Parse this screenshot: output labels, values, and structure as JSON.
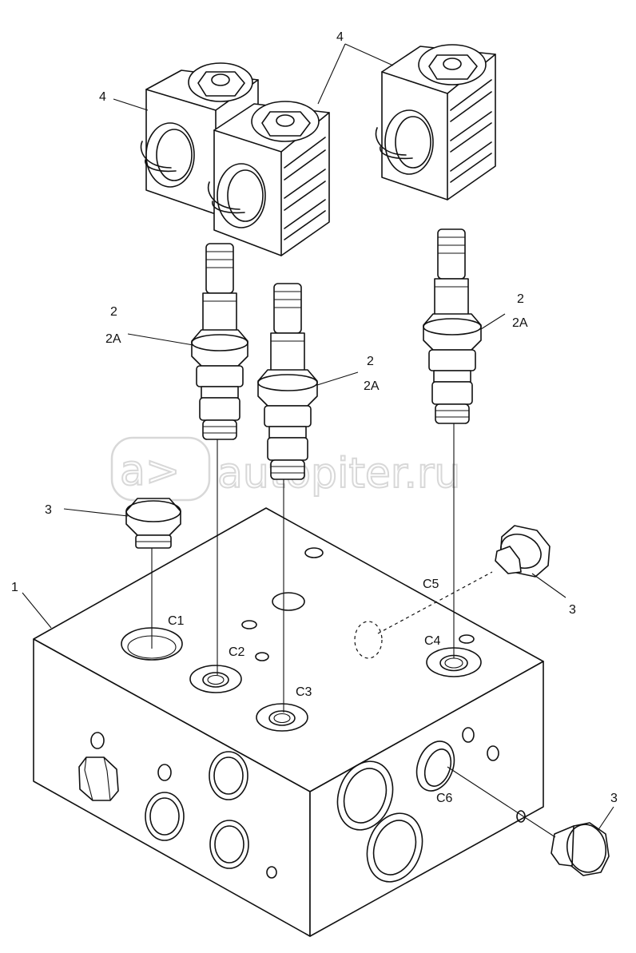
{
  "watermark": {
    "text": "autopiter.ru",
    "mark": "a>"
  },
  "callouts": {
    "block": "1",
    "cartridge_2": "2",
    "cartridge_2a": "2A",
    "plug": "3",
    "coil": "4"
  },
  "ports": {
    "c1": "C1",
    "c2": "C2",
    "c3": "C3",
    "c4": "C4",
    "c5": "C5",
    "c6": "C6"
  }
}
